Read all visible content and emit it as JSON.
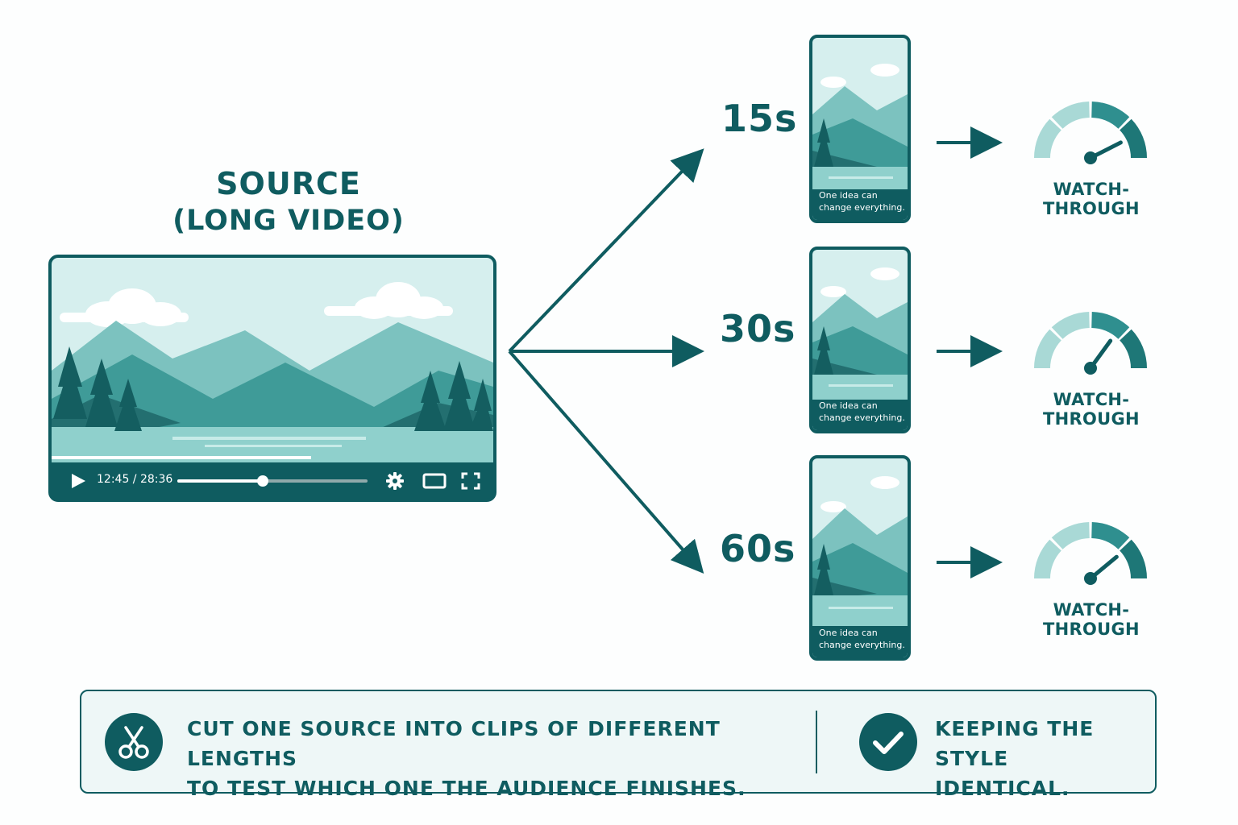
{
  "source": {
    "title_line1": "SOURCE",
    "title_line2": "(LONG VIDEO)"
  },
  "player": {
    "time": "12:45 / 28:36",
    "progress": 0.45,
    "icons": [
      "play-icon",
      "gear-icon",
      "screen-icon",
      "fullscreen-icon"
    ]
  },
  "clips": [
    {
      "duration": "15s",
      "caption": "One idea can change everything.",
      "metric": "WATCH-THROUGH",
      "gauge_level": 0.85
    },
    {
      "duration": "30s",
      "caption": "One idea can change everything.",
      "metric": "WATCH-THROUGH",
      "gauge_level": 0.7
    },
    {
      "duration": "60s",
      "caption": "One idea can change everything.",
      "metric": "WATCH-THROUGH",
      "gauge_level": 0.78
    }
  ],
  "banner": {
    "main_line1": "CUT ONE SOURCE INTO CLIPS OF DIFFERENT LENGTHS",
    "main_line2": "TO TEST WHICH ONE THE AUDIENCE FINISHES.",
    "side_line1": "KEEPING THE",
    "side_line2": "STYLE IDENTICAL.",
    "icons": [
      "scissors-icon",
      "check-icon"
    ]
  },
  "colors": {
    "primary": "#0f5c60",
    "teal": "#2f8f8f",
    "light": "#a9d9d6",
    "sky": "#d6efee"
  }
}
